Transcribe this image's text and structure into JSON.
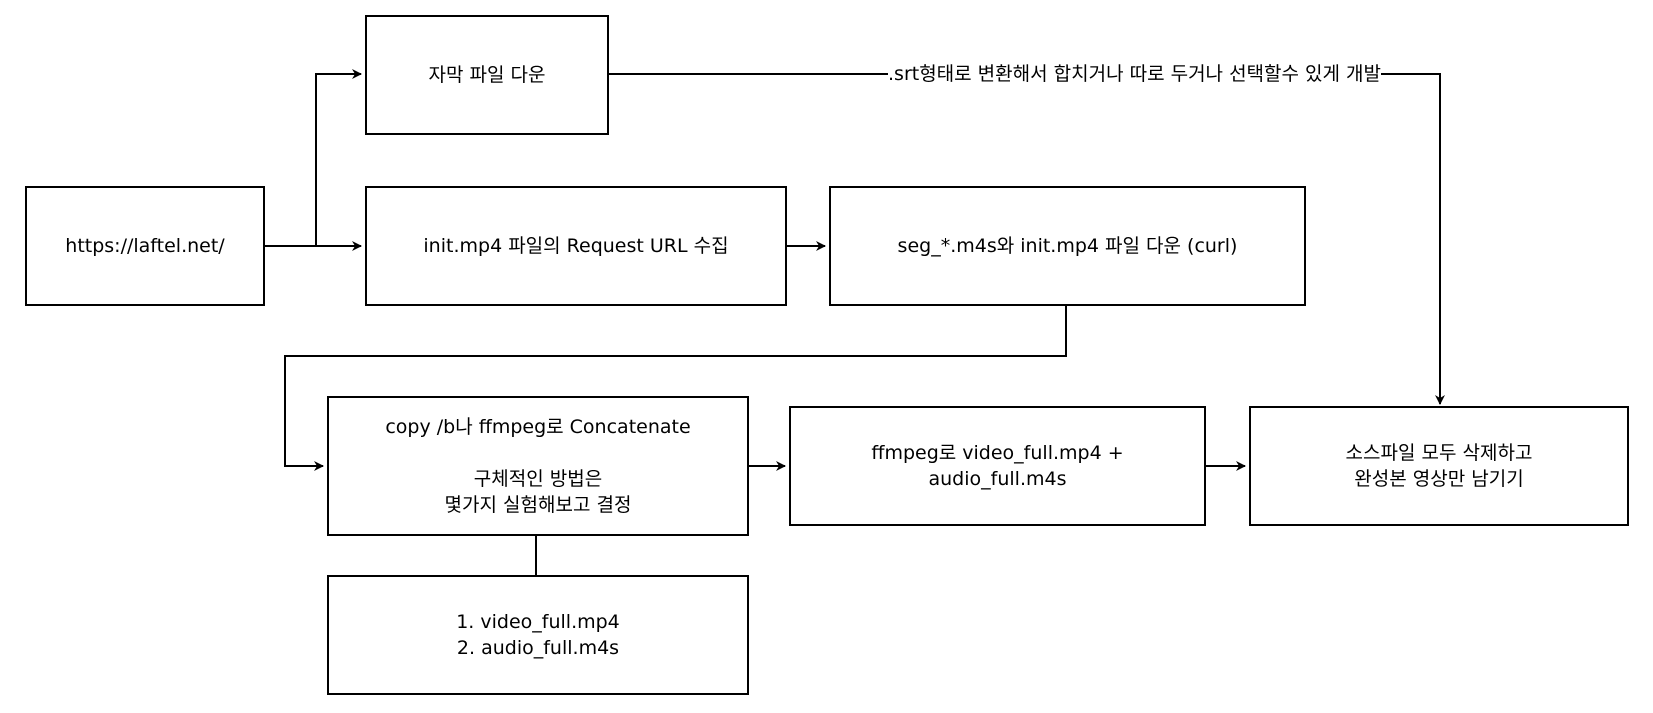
{
  "nodes": {
    "source": {
      "line1": "https://laftel.net/"
    },
    "subtitle_download": {
      "line1": "자막 파일 다운"
    },
    "collect_url": {
      "line1": "init.mp4 파일의 Request URL 수집"
    },
    "segment_download": {
      "line1": "seg_*.m4s와 init.mp4 파일 다운 (curl)"
    },
    "concatenate": {
      "line1": "copy /b나 ffmpeg로 Concatenate",
      "line2": "구체적인 방법은",
      "line3": "몇가지 실험해보고 결정"
    },
    "outputs": {
      "line1": "1. video_full.mp4",
      "line2": "2. audio_full.m4s"
    },
    "merge": {
      "line1": "ffmpeg로 video_full.mp4 +",
      "line2": "audio_full.m4s"
    },
    "cleanup": {
      "line1": "소스파일 모두 삭제하고",
      "line2": "완성본 영상만 남기기"
    }
  },
  "edge_labels": {
    "subtitle_to_cleanup": ".srt형태로 변환해서 합치거나 따로 두거나 선택할수 있게 개발"
  },
  "colors": {
    "stroke": "#000000",
    "fill": "#ffffff"
  }
}
